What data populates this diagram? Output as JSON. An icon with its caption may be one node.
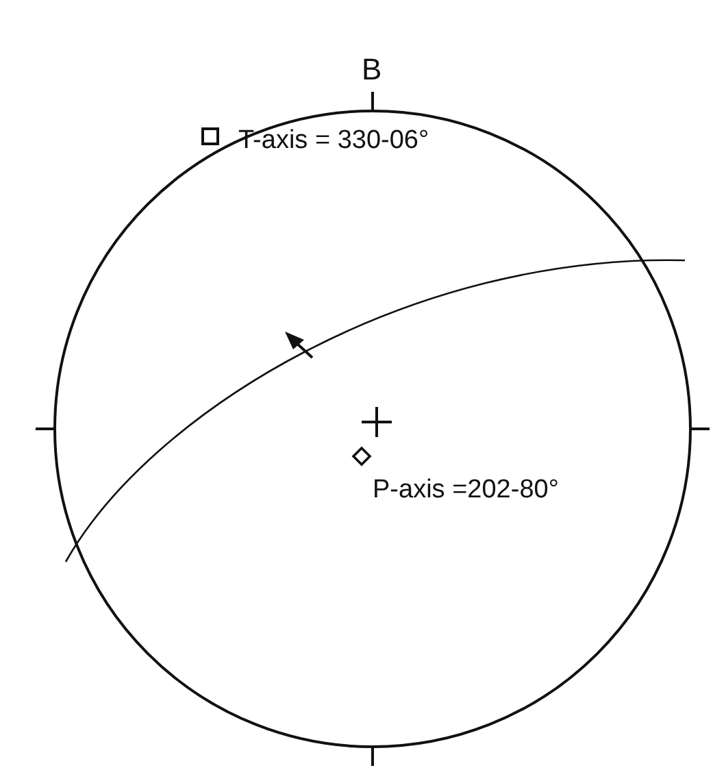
{
  "diagram": {
    "labels": [
      "B",
      "T-axis = 330-06°",
      "P-axis =202-80°"
    ]
  }
}
